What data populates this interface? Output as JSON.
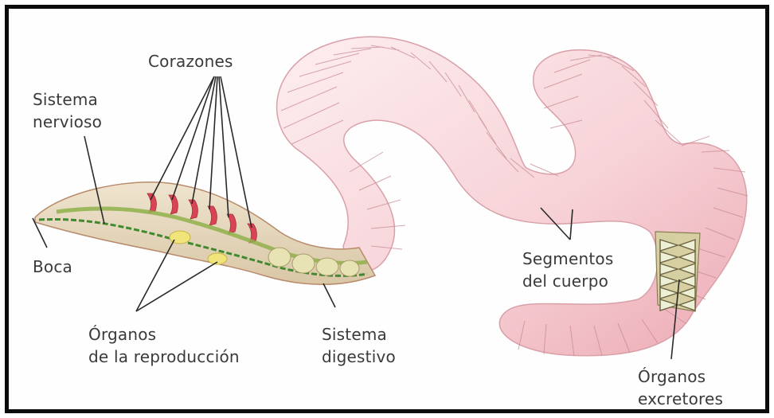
{
  "labels": {
    "corazones": "Corazones",
    "sistema_nervioso": [
      "Sistema",
      "nervioso"
    ],
    "boca": "Boca",
    "organos_reproduccion": [
      "Órganos",
      "de la reproducción"
    ],
    "sistema_digestivo": [
      "Sistema",
      "digestivo"
    ],
    "segmentos_cuerpo": [
      "Segmentos",
      "del cuerpo"
    ],
    "organos_excretores": [
      "Órganos",
      "excretores"
    ]
  },
  "colors": {
    "body_pink": "#f4c9cf",
    "body_light": "#fde9ec",
    "segment_line": "#c98a93",
    "hearts": "#d94455",
    "nerve": "#3f8a2f",
    "digestive": "#e4e0a0",
    "frame": "#0c0c0c",
    "label_line": "#2a2a2a"
  }
}
